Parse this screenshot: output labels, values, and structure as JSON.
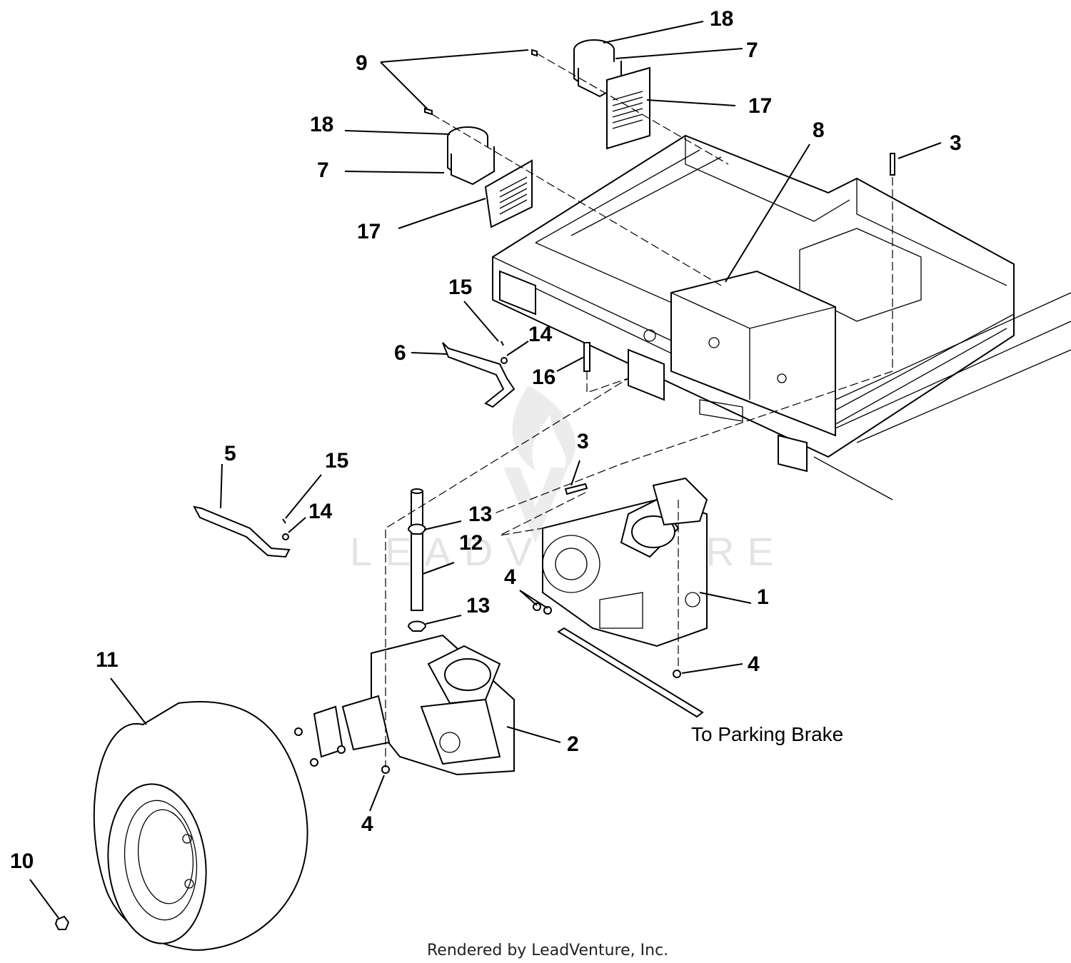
{
  "callouts": {
    "c18a": "18",
    "c7a": "7",
    "c17a": "17",
    "c9": "9",
    "c18b": "18",
    "c7b": "7",
    "c17b": "17",
    "c8": "8",
    "c3a": "3",
    "c15a": "15",
    "c14a": "14",
    "c6": "6",
    "c16": "16",
    "c5": "5",
    "c15b": "15",
    "c14b": "14",
    "c3b": "3",
    "c13a": "13",
    "c12": "12",
    "c4a": "4",
    "c1": "1",
    "c13b": "13",
    "c4b": "4",
    "c11": "11",
    "c2": "2",
    "c4c": "4",
    "c10": "10"
  },
  "note": "To Parking Brake",
  "footer": "Rendered by LeadVenture, Inc.",
  "watermark": "LEADVENTURE"
}
